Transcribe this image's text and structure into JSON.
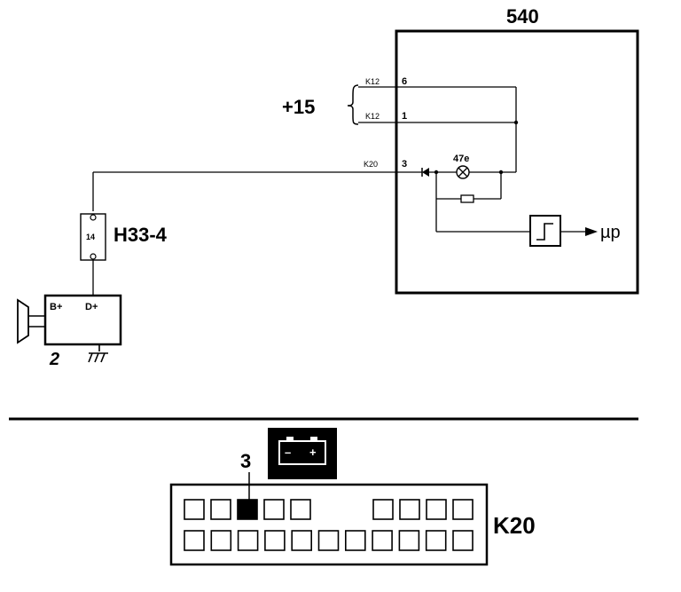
{
  "module": {
    "label": "540"
  },
  "supply": {
    "label": "+15"
  },
  "pins": [
    {
      "connector": "K12",
      "number": "6"
    },
    {
      "connector": "K12",
      "number": "1"
    },
    {
      "connector": "K20",
      "number": "3"
    }
  ],
  "lamp": {
    "label": "47e"
  },
  "processor": {
    "label": "µp"
  },
  "splice": {
    "number": "14",
    "label": "H33-4"
  },
  "alternator": {
    "label": "2",
    "terminal_b": "B+",
    "terminal_d": "D+"
  },
  "connector_view": {
    "label": "K20",
    "pin_label": "3",
    "battery_minus": "–",
    "battery_plus": "+"
  }
}
